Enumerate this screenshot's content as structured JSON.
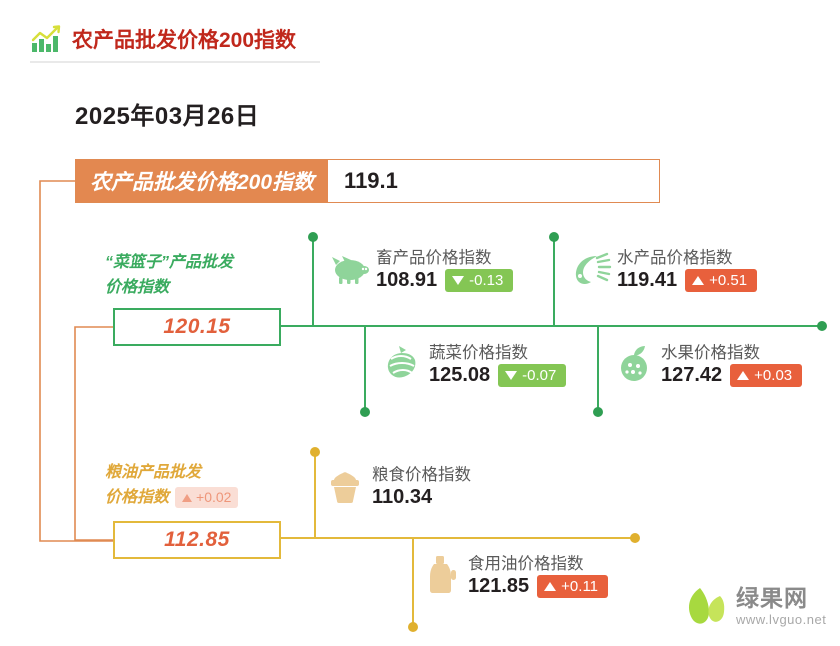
{
  "header": {
    "icon": "bar-chart-trend-icon",
    "title": "农产品批发价格200指数"
  },
  "date": "2025年03月26日",
  "main_index": {
    "label": "农产品批发价格200指数",
    "value": "119.1"
  },
  "groups": {
    "basket": {
      "title_line1": "“菜篮子”产品批发",
      "title_line2": "价格指数",
      "value": "120.15",
      "color": "#3aab5f"
    },
    "grain_oil": {
      "title_line1": "粮油产品批发",
      "title_line2": "价格指数",
      "badge": {
        "direction": "up",
        "value": "+0.02"
      },
      "value": "112.85",
      "color": "#e0a83a"
    }
  },
  "leaves": {
    "livestock": {
      "icon": "pig-icon",
      "name": "畜产品价格指数",
      "value": "108.91",
      "badge": {
        "direction": "down",
        "value": "-0.13",
        "color": "#84c654"
      }
    },
    "aquatic": {
      "icon": "shrimp-icon",
      "name": "水产品价格指数",
      "value": "119.41",
      "badge": {
        "direction": "up",
        "value": "+0.51",
        "color": "#e8603c"
      }
    },
    "vegetable": {
      "icon": "vegetable-icon",
      "name": "蔬菜价格指数",
      "value": "125.08",
      "badge": {
        "direction": "down",
        "value": "-0.07",
        "color": "#84c654"
      }
    },
    "fruit": {
      "icon": "fruit-icon",
      "name": "水果价格指数",
      "value": "127.42",
      "badge": {
        "direction": "up",
        "value": "+0.03",
        "color": "#e8603c"
      }
    },
    "food_grain": {
      "icon": "rice-bowl-icon",
      "name": "粮食价格指数",
      "value": "110.34",
      "badge": null
    },
    "edible_oil": {
      "icon": "oil-bottle-icon",
      "name": "食用油价格指数",
      "value": "121.85",
      "badge": {
        "direction": "up",
        "value": "+0.11",
        "color": "#e8603c"
      }
    }
  },
  "logo": {
    "mark": "leaf-logo-icon",
    "name": "绿果网",
    "url": "www.lvguo.net"
  },
  "colors": {
    "orange": "#e38850",
    "green": "#3aab5f",
    "yellow": "#e3b93b",
    "up_badge": "#e8603c",
    "down_badge": "#84c654",
    "title_red": "#c0281c"
  },
  "chart_data": {
    "type": "table",
    "title": "农产品批发价格200指数",
    "subtitle": "2025年03月26日",
    "categories": [
      "农产品批发价格200指数",
      "“菜篮子”产品批发价格指数",
      "畜产品价格指数",
      "水产品价格指数",
      "蔬菜价格指数",
      "水果价格指数",
      "粮油产品批发价格指数",
      "粮食价格指数",
      "食用油价格指数"
    ],
    "values": [
      119.1,
      120.15,
      108.91,
      119.41,
      125.08,
      127.42,
      112.85,
      110.34,
      121.85
    ],
    "changes": [
      null,
      null,
      -0.13,
      0.51,
      -0.07,
      0.03,
      0.02,
      null,
      0.11
    ]
  }
}
